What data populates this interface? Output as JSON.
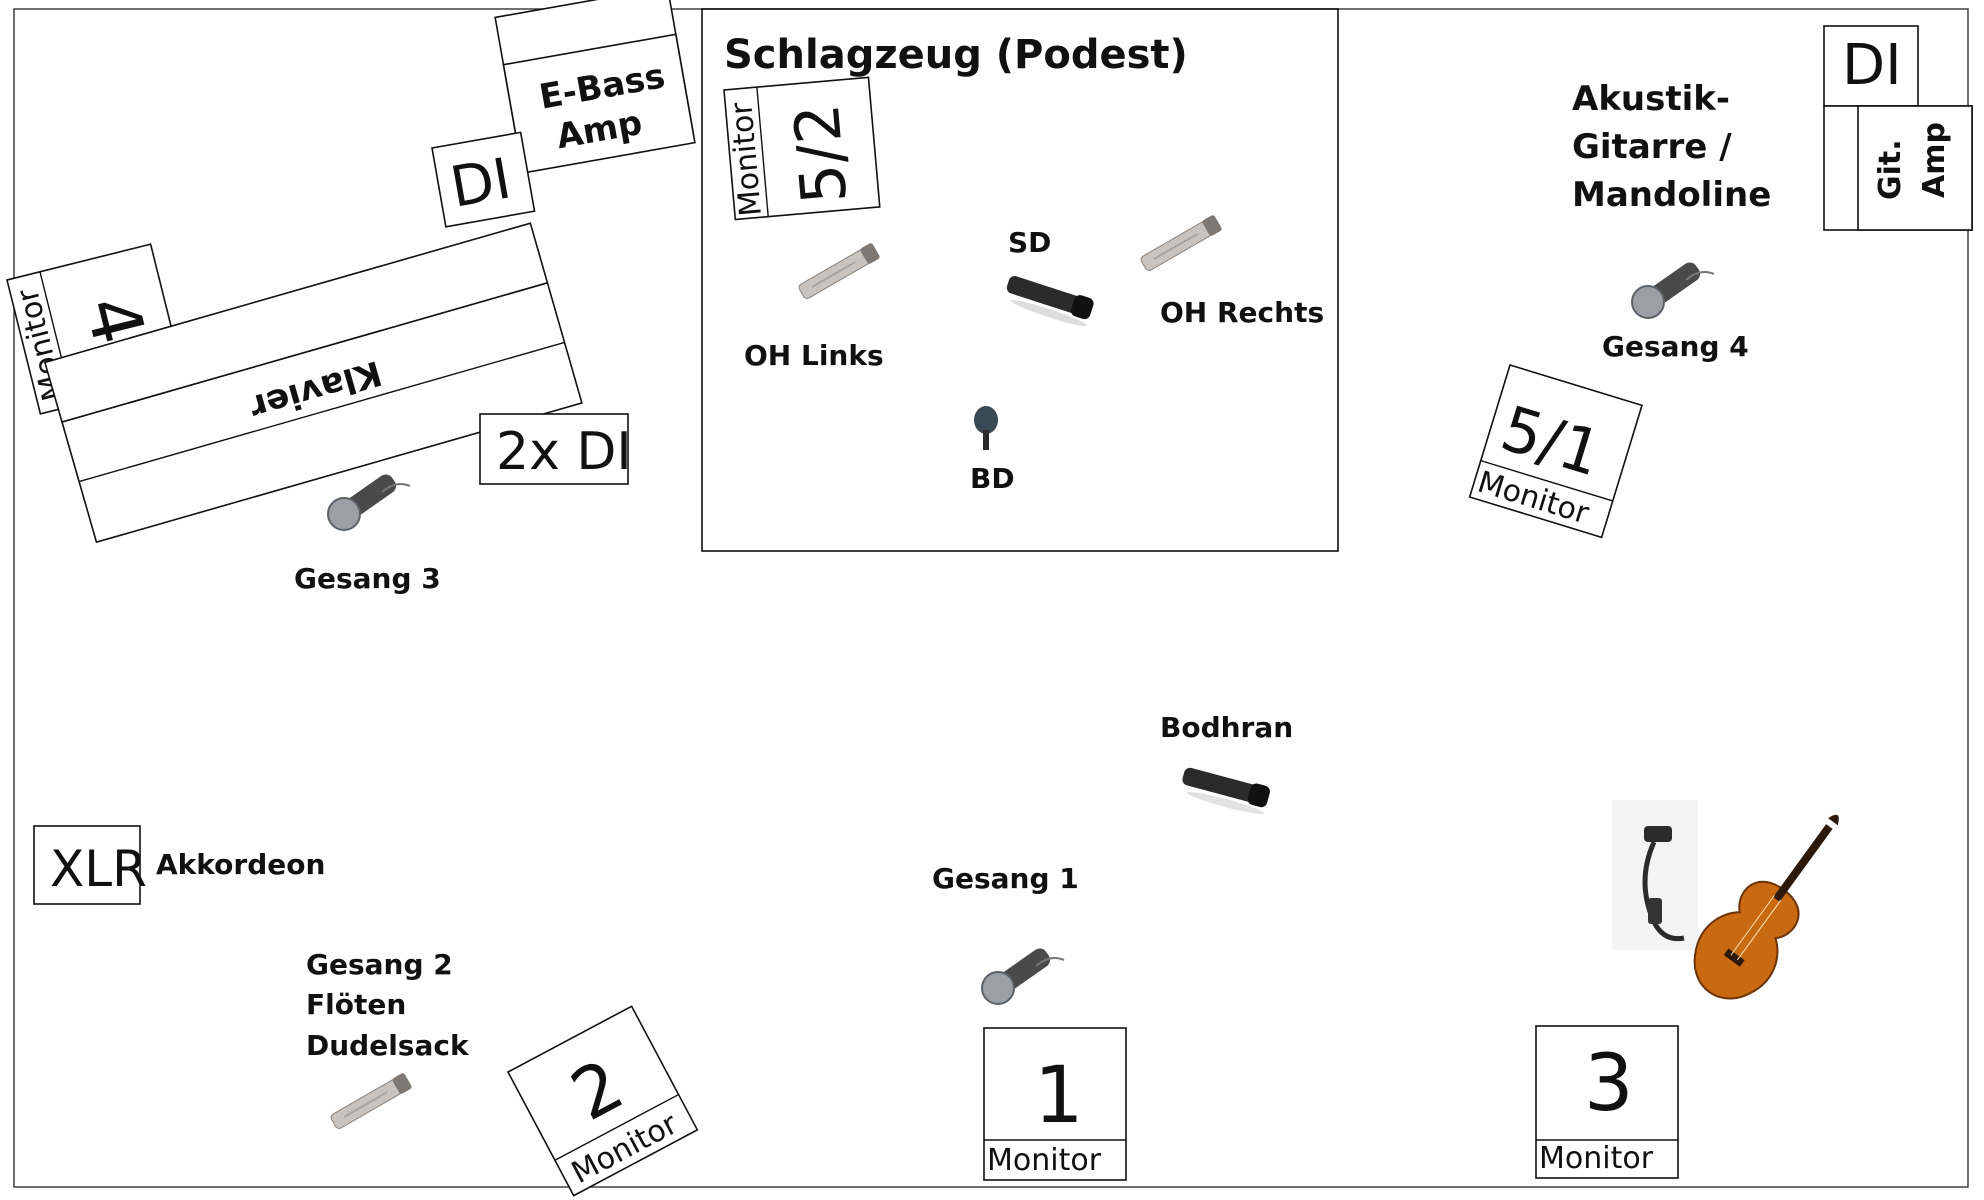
{
  "drum_riser": {
    "title": "Schlagzeug (Podest)"
  },
  "labels": {
    "oh_links": "OH Links",
    "sd": "SD",
    "oh_rechts": "OH Rechts",
    "bd": "BD",
    "acoustic_1": "Akustik-",
    "acoustic_2": "Gitarre /",
    "acoustic_3": "Mandoline",
    "gesang_4": "Gesang 4",
    "gesang_3": "Gesang 3",
    "bodhran": "Bodhran",
    "akkordeon": "Akkordeon",
    "gesang_1": "Gesang 1",
    "gesang_2_1": "Gesang 2",
    "gesang_2_2": "Flöten",
    "gesang_2_3": "Dudelsack"
  },
  "boxes": {
    "bass_amp_1": "E-Bass",
    "bass_amp_2": "Amp",
    "bass_di": "DI",
    "piano": "Klavier",
    "piano_di": "2x DI",
    "guitar_di": "DI",
    "guitar_amp_1": "Git.",
    "guitar_amp_2": "Amp",
    "xlr": "XLR"
  },
  "monitors": {
    "word": "Monitor",
    "m1": "1",
    "m2": "2",
    "m3": "3",
    "m4": "4",
    "m51": "5/1",
    "m52": "5/2"
  },
  "colors": {
    "outline": "#111111",
    "mic_body": "#c9c3bd",
    "dyn_mic": "#2b2b2b",
    "violin": "#c96a12"
  }
}
